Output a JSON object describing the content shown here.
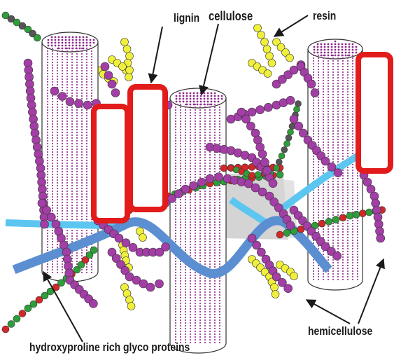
{
  "labels": {
    "lignin": "lignin",
    "cellulose": "cellulose",
    "resin": "resin",
    "hemicellulose": "hemicellulose",
    "hrgp": "hydroxyproline rich glyco proteins"
  },
  "colors": {
    "cellulose_fill": "#ffffff",
    "cellulose_dots": "#8a2a8a",
    "hemicellulose": "#a33ea6",
    "resin": "#f0f03c",
    "lignin_outline": "#e21b1b",
    "extensin_dark": "#5b8fd1",
    "extensin_light": "#5cc6f0",
    "chain_green": "#2e9e3a",
    "chain_red": "#d22828",
    "pectin_gray": "#c8c8c8"
  }
}
